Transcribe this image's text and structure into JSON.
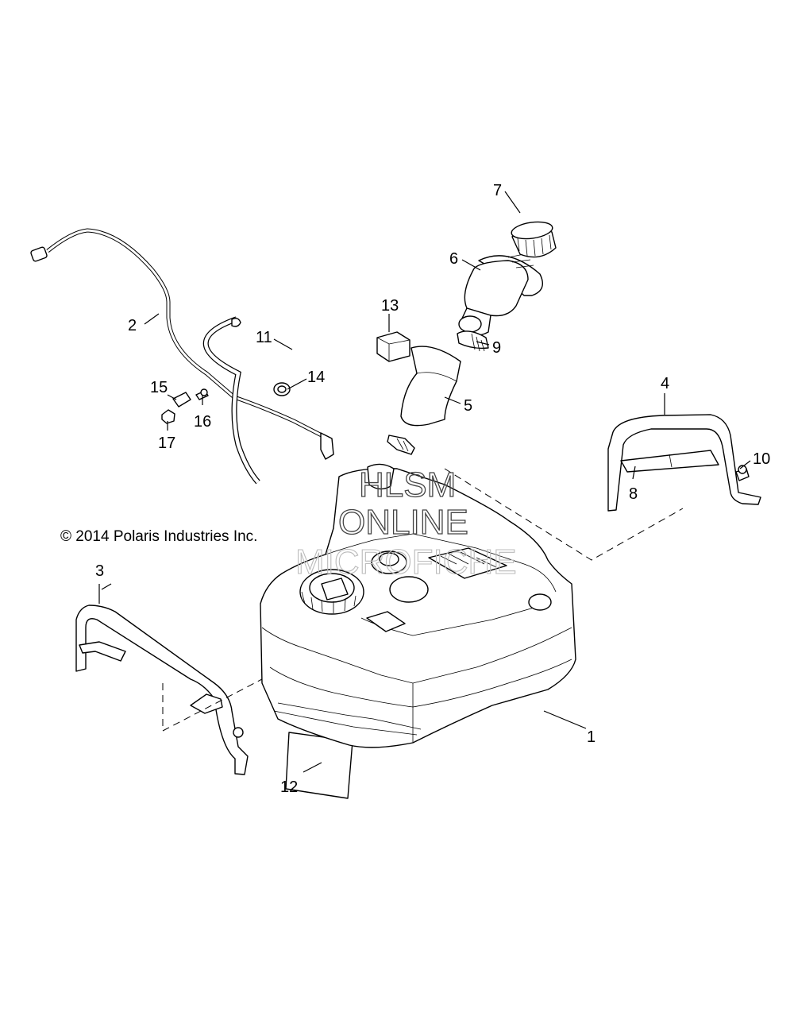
{
  "copyright": "© 2014 Polaris Industries Inc.",
  "watermark": {
    "line1": "HLSM",
    "line2": "ONLINE",
    "line3": "MICROFICHE"
  },
  "callouts": {
    "c1": "1",
    "c2": "2",
    "c3": "3",
    "c4": "4",
    "c5": "5",
    "c6": "6",
    "c7": "7",
    "c8": "8",
    "c9": "9",
    "c10": "10",
    "c11": "11",
    "c12": "12",
    "c13": "13",
    "c14": "14",
    "c15": "15",
    "c16": "16",
    "c17": "17"
  }
}
